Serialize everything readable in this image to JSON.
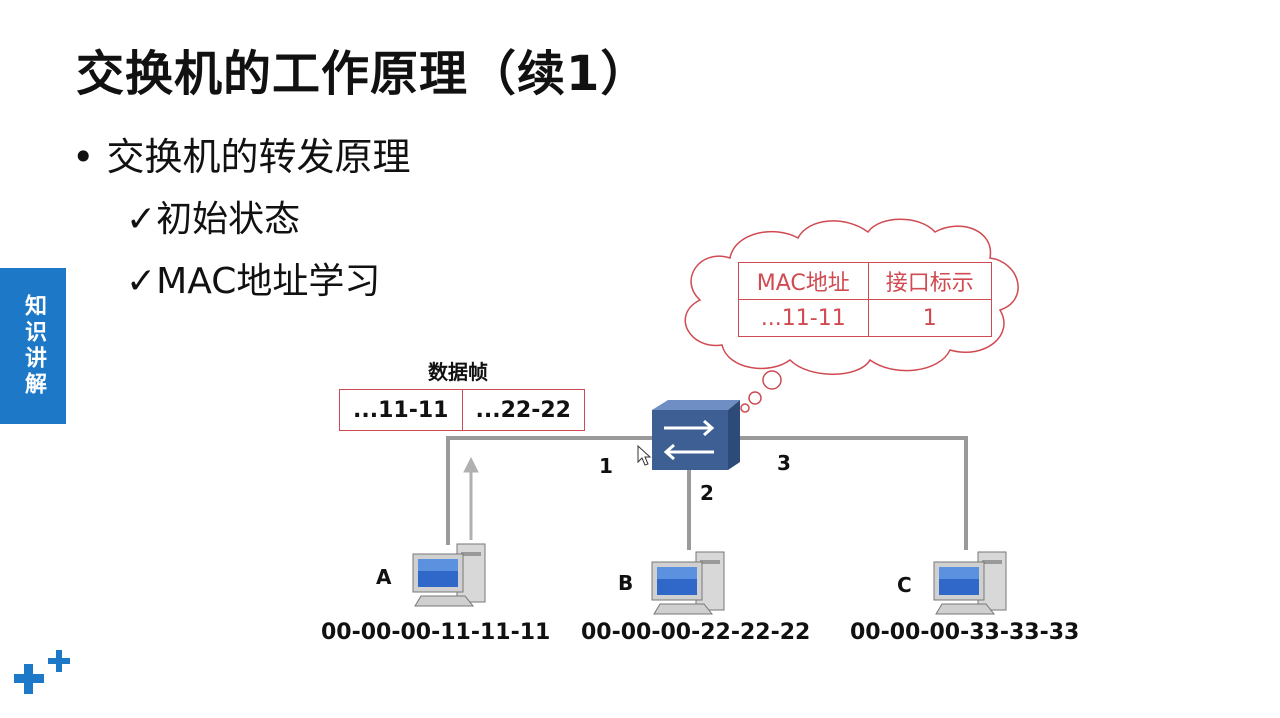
{
  "slide": {
    "title": "交换机的工作原理（续1）",
    "bullets": {
      "main": "• 交换机的转发原理",
      "sub1": "✓初始状态",
      "sub2": "✓MAC地址学习"
    },
    "side_tab": "知识讲解"
  },
  "diagram": {
    "frame_title": "数据帧",
    "frame_fields": [
      "...11-11",
      "...22-22"
    ],
    "ports": [
      "1",
      "2",
      "3"
    ],
    "mac_table": {
      "headers": [
        "MAC地址",
        "接口标示"
      ],
      "rows": [
        [
          "...11-11",
          "1"
        ]
      ]
    },
    "hosts": [
      {
        "name": "A",
        "mac": "00-00-00-11-11-11"
      },
      {
        "name": "B",
        "mac": "00-00-00-22-22-22"
      },
      {
        "name": "C",
        "mac": "00-00-00-33-33-33"
      }
    ]
  },
  "colors": {
    "accent": "#1d79c7",
    "table_red": "#d04a52",
    "link_gray": "#9a9a9a"
  }
}
